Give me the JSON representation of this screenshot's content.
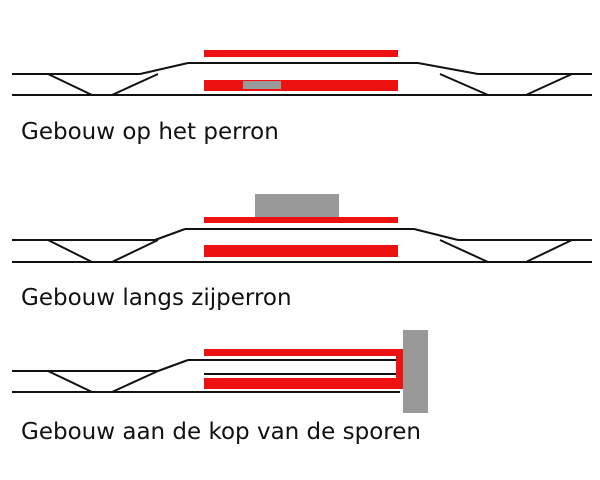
{
  "colors": {
    "track": "#111111",
    "platform": "#ee1111",
    "building": "#999999",
    "background": "#ffffff"
  },
  "diagrams": [
    {
      "caption": "Gebouw op het perron"
    },
    {
      "caption": "Gebouw langs zijperron"
    },
    {
      "caption": "Gebouw aan de kop van de sporen"
    }
  ]
}
